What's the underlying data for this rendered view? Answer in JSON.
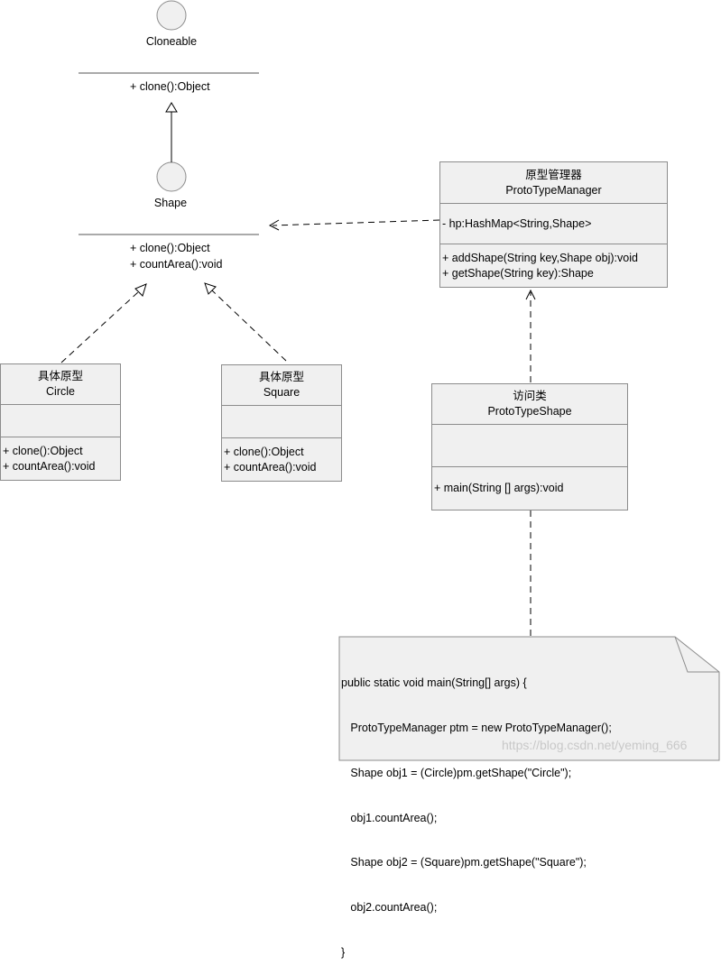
{
  "cloneable": {
    "name": "Cloneable",
    "ops": [
      "+ clone():Object"
    ]
  },
  "shape": {
    "name": "Shape",
    "ops": [
      "+ clone():Object",
      "+ countArea():void"
    ]
  },
  "manager": {
    "title_cn": "原型管理器",
    "title_en": "ProtoTypeManager",
    "attrs": [
      "- hp:HashMap<String,Shape>"
    ],
    "ops": [
      "+ addShape(String key,Shape obj):void",
      "+ getShape(String key):Shape"
    ]
  },
  "circle": {
    "title_cn": "具体原型",
    "title_en": "Circle",
    "ops": [
      "+ clone():Object",
      "+ countArea():void"
    ]
  },
  "square": {
    "title_cn": "具体原型",
    "title_en": "Square",
    "ops": [
      "+ clone():Object",
      "+ countArea():void"
    ]
  },
  "client": {
    "title_cn": "访问类",
    "title_en": "ProtoTypeShape",
    "ops": [
      "+ main(String [] args):void"
    ]
  },
  "note": {
    "lines": [
      "public static void main(String[] args) {",
      "   ProtoTypeManager ptm = new ProtoTypeManager();",
      "   Shape obj1 = (Circle)pm.getShape(\"Circle\");",
      "   obj1.countArea();",
      "   Shape obj2 = (Square)pm.getShape(\"Square\");",
      "   obj2.countArea();",
      "}"
    ]
  },
  "watermark": "https://blog.csdn.net/yeming_666",
  "colors": {
    "box_fill": "#f0f0f0",
    "box_border": "#8c8c8c",
    "line": "#000000"
  }
}
